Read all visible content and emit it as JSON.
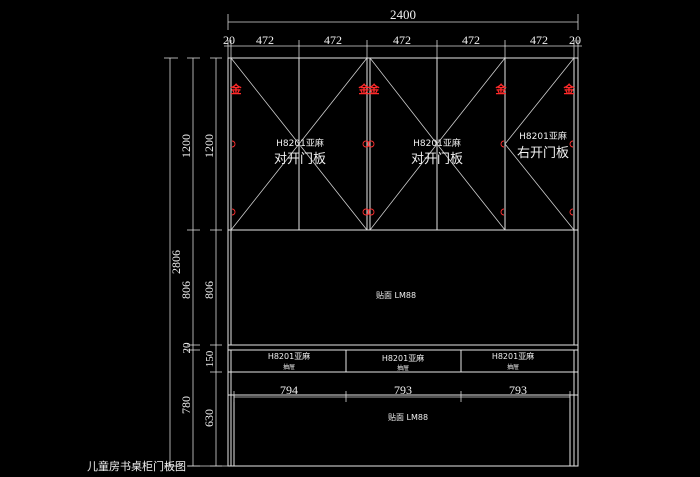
{
  "drawing": {
    "caption": "儿童房书桌柜门板图",
    "overall_width": "2400",
    "top_segments": [
      "20",
      "472",
      "472",
      "472",
      "472",
      "472",
      "20"
    ],
    "overall_height": "2806",
    "left_outer": [
      "1200",
      "806",
      "20",
      "780"
    ],
    "left_inner": [
      "1200",
      "806",
      "150",
      "630"
    ],
    "upper_doors": [
      {
        "material": "H8201亚麻",
        "type": "对开门板"
      },
      {
        "material": "H8201亚麻",
        "type": "对开门板"
      },
      {
        "material": "H8201亚麻",
        "type": "右开门板"
      }
    ],
    "hinge_mark": "金",
    "middle_panel": "贴面  LM88",
    "drawers": [
      {
        "material": "H8201亚麻",
        "label": "抽屉",
        "width": "794"
      },
      {
        "material": "H8201亚麻",
        "label": "抽屉",
        "width": "793"
      },
      {
        "material": "H8201亚麻",
        "label": "抽屉",
        "width": "793"
      }
    ],
    "bottom_panel": "贴面  LM88"
  }
}
